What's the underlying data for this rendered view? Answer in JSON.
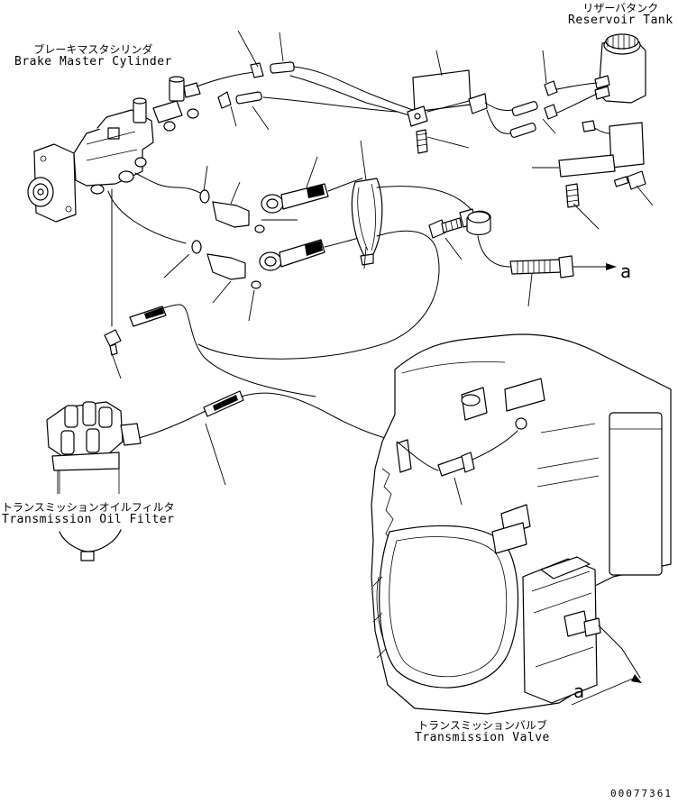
{
  "labels": {
    "brake_master_cylinder": {
      "jp": "ブレーキマスタシリンダ",
      "en": "Brake Master Cylinder"
    },
    "reservoir_tank": {
      "jp": "リザーバタンク",
      "en": "Reservoir Tank"
    },
    "transmission_oil_filter": {
      "jp": "トランスミッションオイルフィルタ",
      "en": "Transmission Oil Filter"
    },
    "transmission_valve": {
      "jp": "トランスミッションバルブ",
      "en": "Transmission Valve"
    }
  },
  "connection_marker": "a",
  "drawing_number": "00077361"
}
